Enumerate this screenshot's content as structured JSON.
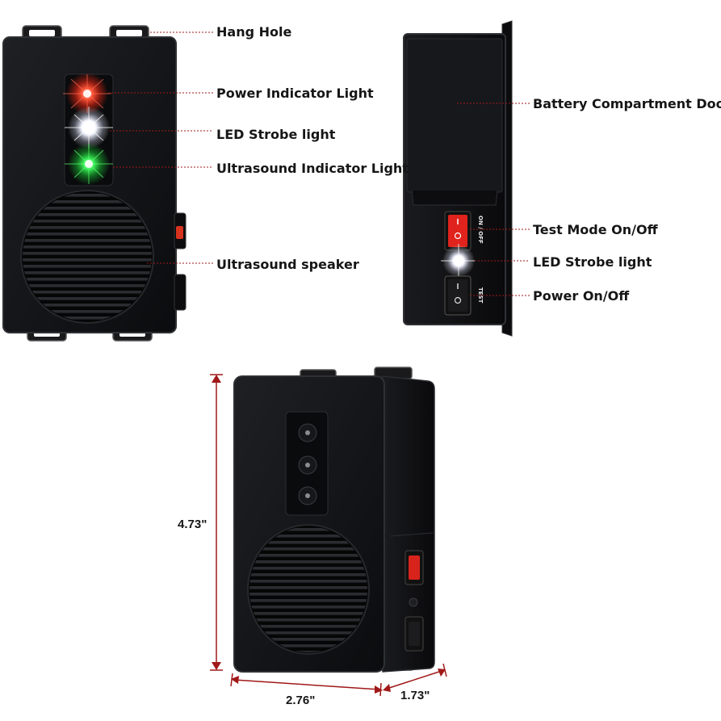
{
  "callouts": {
    "hang_hole": "Hang Hole",
    "power_indicator_light": "Power Indicator Light",
    "led_strobe_light_front": "LED Strobe light",
    "ultrasound_indicator_light": "Ultrasound Indicator Light",
    "ultrasound_speaker": "Ultrasound speaker",
    "battery_compartment_door": "Battery Compartment Door",
    "test_mode_on_off": "Test Mode On/Off",
    "led_strobe_light_back": "LED Strobe light",
    "power_on_off": "Power On/Off"
  },
  "switch_labels": {
    "on_off": "ON / OFF",
    "test": "TEST"
  },
  "dimensions": {
    "height": "4.73\"",
    "width": "2.76\"",
    "depth": "1.73\""
  },
  "colors": {
    "device_body": "#111214",
    "leader_line": "#a01818",
    "power_led": "#ff3b2a",
    "strobe_led": "#ffffff",
    "ultrasound_led": "#2ee04a",
    "rocker_switch": "#e0231c"
  }
}
